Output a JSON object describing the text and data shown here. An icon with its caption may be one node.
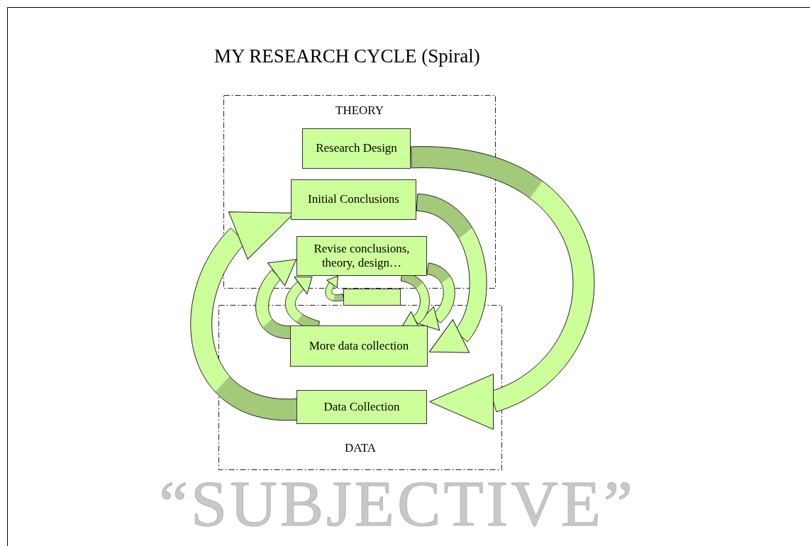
{
  "diagram": {
    "title": "MY RESEARCH CYCLE (Spiral)",
    "nodes": [
      {
        "text": [
          "THEORY"
        ]
      },
      {
        "text": [
          "Research Design"
        ],
        "in": 0
      },
      {
        "text": [
          "Initial Conclusions"
        ],
        "in": 0
      },
      {
        "text": [
          "Revise conclusions, theory, design…"
        ],
        "in": 0
      },
      {
        "text": [],
        "shape": "box"
      },
      {
        "text": [
          "DATA"
        ]
      },
      {
        "text": [
          "More data collection"
        ],
        "in": 5
      },
      {
        "text": [
          "Data Collection"
        ],
        "in": 5
      }
    ],
    "edges": [
      {
        "from": 1,
        "to": 7,
        "arrow": "to"
      },
      {
        "from": 7,
        "to": 2,
        "arrow": "to"
      },
      {
        "from": 2,
        "to": 6,
        "arrow": "to"
      },
      {
        "from": 6,
        "to": 3,
        "arrow": "to"
      },
      {
        "from": 3,
        "to": 6,
        "arrow": "to"
      },
      {
        "from": 6,
        "to": 3,
        "arrow": "to"
      },
      {
        "from": 3,
        "to": 6,
        "arrow": "to"
      },
      {
        "from": 4,
        "to": 3,
        "arrow": "to"
      }
    ],
    "labels": [
      "“SUBJECTIVE”"
    ]
  }
}
